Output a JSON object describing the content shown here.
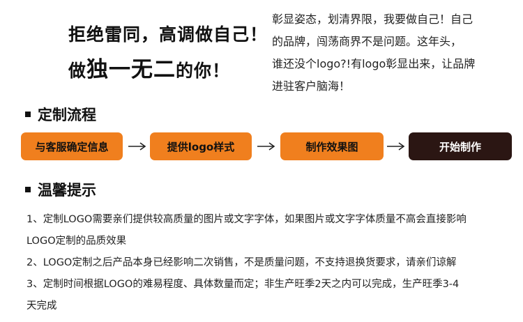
{
  "slogan": {
    "line1": "拒绝雷同，高调做自己！",
    "line2_a": "做",
    "line2_b": "独一无二",
    "line2_c": "的你！"
  },
  "intro": {
    "lines": [
      "彰显姿态，划清界限，我要做自己！自己",
      "的品牌，闯荡商界不是问题。这年头，",
      "谁还没个logo?!有logo彰显出来，让品牌",
      "进驻客户脑海！"
    ]
  },
  "process": {
    "title": "定制流程",
    "steps": [
      "与客服确定信息",
      "提供logo样式",
      "制作效果图",
      "开始制作"
    ],
    "arrow_icon": "right-arrow-icon"
  },
  "tips": {
    "title": "温馨提示",
    "lines": [
      "1、定制LOGO需要亲们提供较高质量的图片或文字字体，如果图片或文字字体质量不高会直接影响",
      "LOGO定制的品质效果",
      "2、LOGO定制之后产品本身已经影响二次销售，不是质量问题，不支持退换货要求，请亲们谅解",
      "3、定制时间根据LOGO的难易程度、具体数量而定；非生产旺季2天之内可以完成，生产旺季3-4",
      "天完成"
    ]
  },
  "colors": {
    "step_orange": "#f07f1e",
    "step_final": "#2b1613",
    "text": "#222222"
  }
}
